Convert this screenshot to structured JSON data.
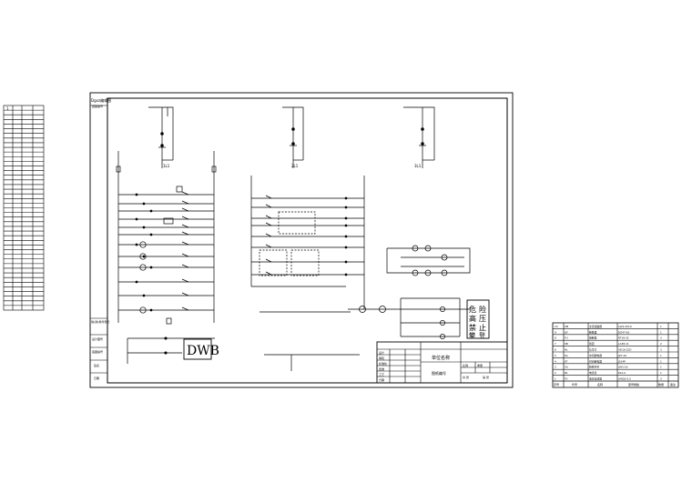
{
  "sheet": {
    "title_top_left": "Dgxz编辑图",
    "title_sub": "回路编号",
    "left_margin_labels": [
      "设计图号",
      "底图编号",
      "签名",
      "日期"
    ],
    "left_margin_box_labels": [
      "借(通)用件登记"
    ]
  },
  "left_table": {
    "header": [
      "1",
      ""
    ],
    "rows": 44
  },
  "feeder_labels": [
    "1L1",
    "2L1",
    "3L1"
  ],
  "dwb_label": "DWB",
  "warning_box": [
    "危",
    "险",
    "高",
    "压",
    "禁",
    "止",
    "攀",
    "登"
  ],
  "title_block": {
    "company": "单位名称",
    "drawing_no": "图纸编号",
    "scale_label": "比例",
    "sheet_label": "第 张",
    "total_label": "共 张",
    "weight_label": "重量",
    "cells": [
      "设计",
      "审核",
      "标准化",
      "批准",
      "工艺",
      "日期"
    ]
  },
  "parts_list": {
    "headers": [
      "序号",
      "代号",
      "名称",
      "型号规格",
      "数量",
      "备注"
    ],
    "rows": [
      [
        "10",
        "KM",
        "交流接触器",
        "CJX2-3210",
        "1",
        ""
      ],
      [
        "9",
        "QF",
        "断路器",
        "DZ47-63",
        "1",
        ""
      ],
      [
        "8",
        "FU",
        "熔断器",
        "RT18-32",
        "3",
        ""
      ],
      [
        "7",
        "SB",
        "按钮",
        "LA38-11",
        "2",
        ""
      ],
      [
        "6",
        "HL",
        "信号灯",
        "AD16-22D",
        "3",
        ""
      ],
      [
        "5",
        "KA",
        "中间继电器",
        "JZ7-44",
        "1",
        ""
      ],
      [
        "4",
        "KT",
        "时间继电器",
        "JS14P",
        "1",
        ""
      ],
      [
        "3",
        "SA",
        "转换开关",
        "LW5-16",
        "1",
        ""
      ],
      [
        "2",
        "PA",
        "电流表",
        "6L2-A",
        "1",
        ""
      ],
      [
        "1",
        "TA",
        "电流互感器",
        "LMZJ1-0.5",
        "3",
        ""
      ]
    ]
  }
}
